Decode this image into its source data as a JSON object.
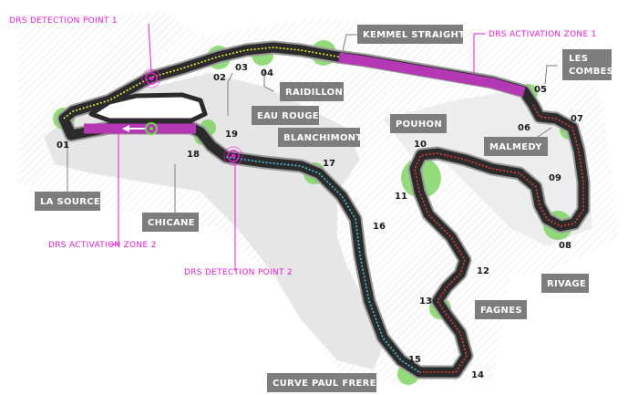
{
  "colors": {
    "track": "#2b2b2b",
    "track_edge": "#8a8a8a",
    "drs_zone": "#b437b4",
    "drs_text": "#e020d0",
    "corner_glow": "#6fcf4f",
    "label_bg": "#7d7d7d",
    "label_text": "#ffffff",
    "sector1": "#e8e83a",
    "sector2": "#46c0d8",
    "sector3": "#e23a3a",
    "runoff": "#e4e4e4"
  },
  "corners": [
    "01",
    "02",
    "03",
    "04",
    "05",
    "06",
    "07",
    "08",
    "09",
    "10",
    "11",
    "12",
    "13",
    "14",
    "15",
    "16",
    "17",
    "18",
    "19"
  ],
  "corner_names": {
    "la_source": "LA SOURCE",
    "eau_rouge": "EAU ROUGE",
    "raidillon": "RAIDILLON",
    "kemmel": "KEMMEL STRAIGHT",
    "les_combes_1": "LES",
    "les_combes_2": "COMBES",
    "malmedy": "MALMEDY",
    "rivage": "RIVAGE",
    "pouhon": "POUHON",
    "fagnes": "FAGNES",
    "paul_frere": "CURVE PAUL FRERE",
    "blanchimont": "BLANCHIMONT",
    "chicane": "CHICANE"
  },
  "drs": {
    "detection_1": "DRS DETECTION POINT 1",
    "detection_2": "DRS DETECTION POINT 2",
    "activation_1": "DRS ACTIVATION ZONE 1",
    "activation_2": "DRS ACTIVATION ZONE 2"
  },
  "icons": {
    "direction": "direction-arrow-icon",
    "start_finish": "start-finish-marker-icon"
  }
}
